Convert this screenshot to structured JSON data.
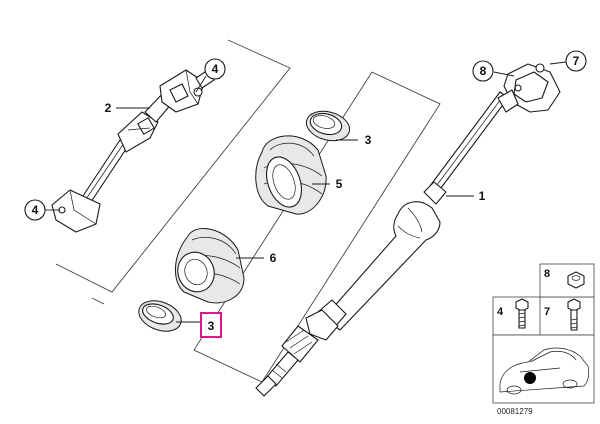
{
  "callouts": {
    "part_2": "2",
    "part_4_upper": "4",
    "part_4_lower": "4",
    "part_3_upper": "3",
    "part_3_lower": "3",
    "part_5": "5",
    "part_6": "6",
    "part_1": "1",
    "part_8": "8",
    "part_7": "7"
  },
  "inset": {
    "label_8": "8",
    "label_4": "4",
    "label_7": "7"
  },
  "diagram_code": "00081279",
  "colors": {
    "highlight": "#e0148c",
    "ink": "#1a1a1a"
  }
}
